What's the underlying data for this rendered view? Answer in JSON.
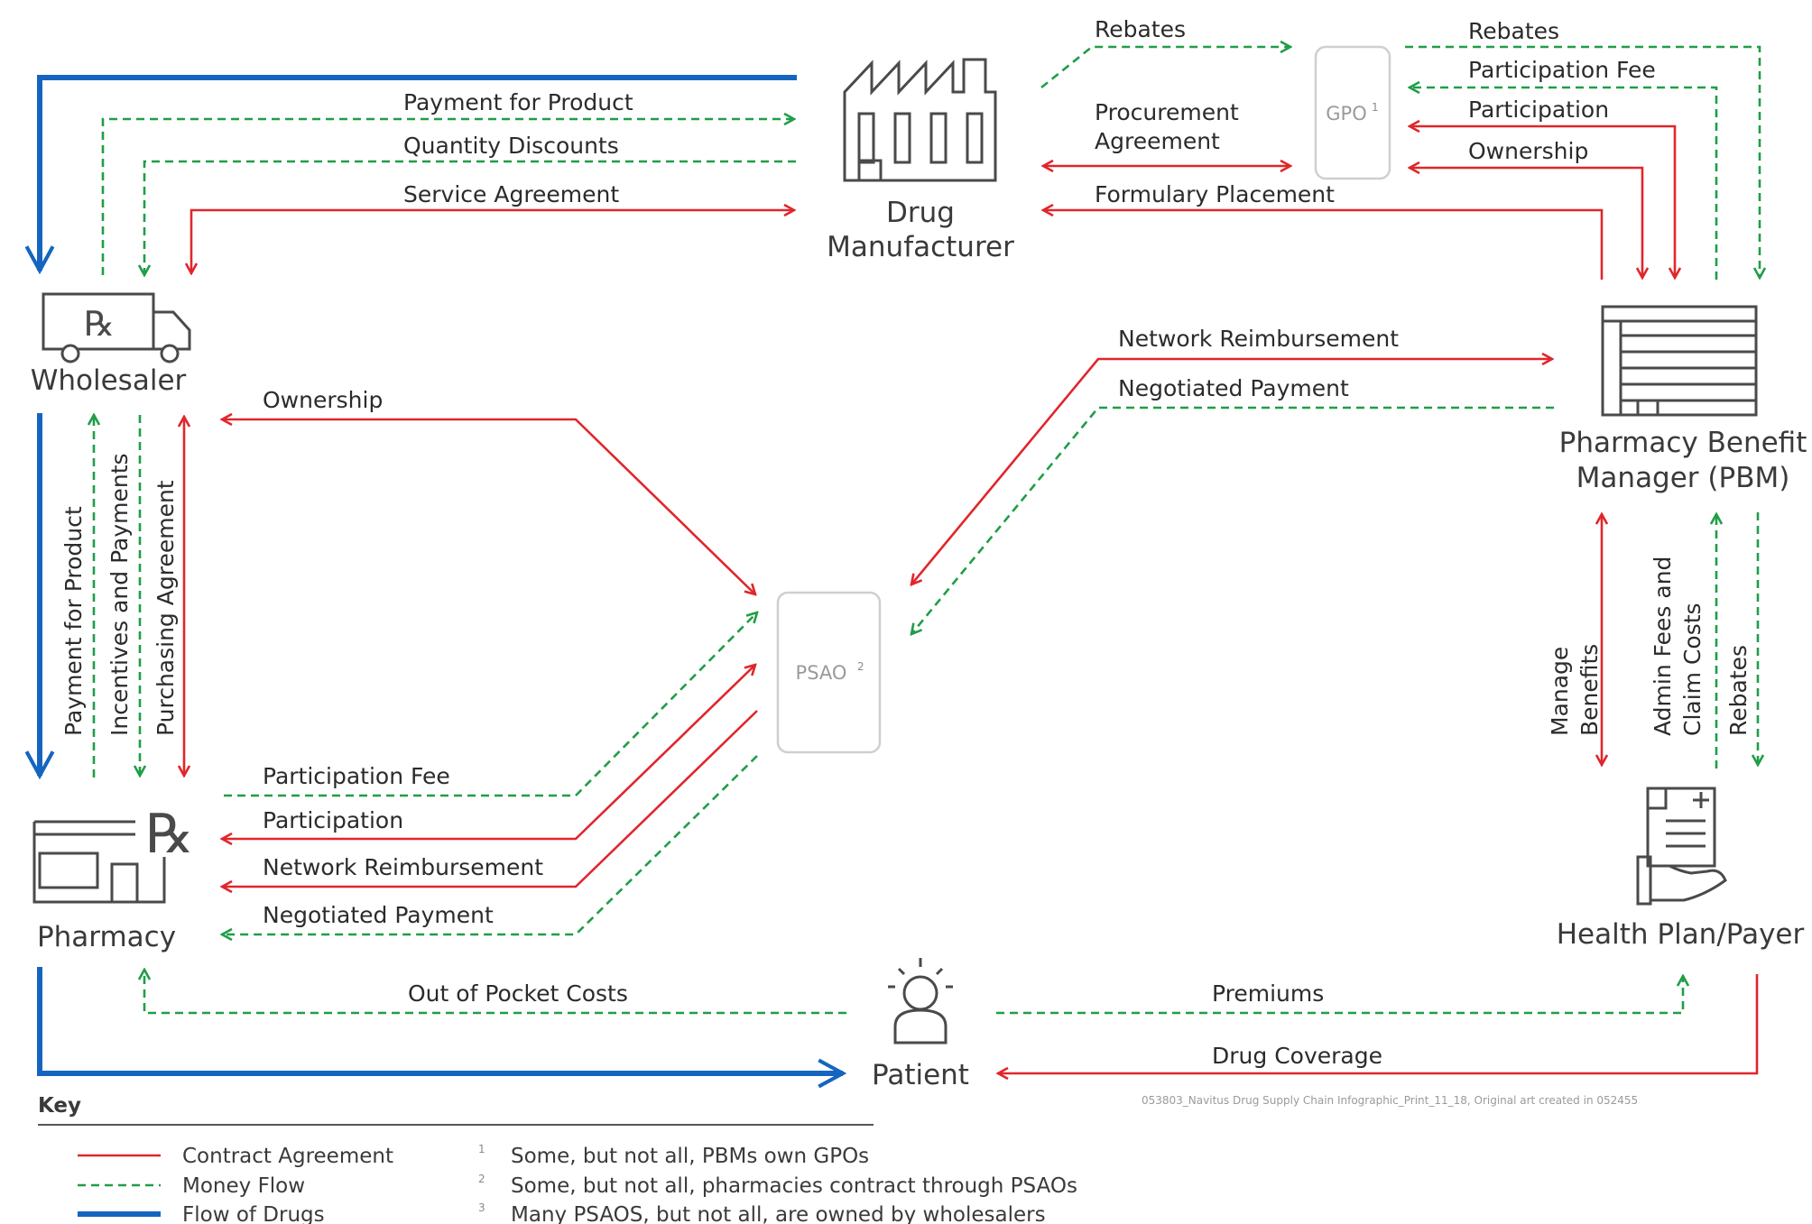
{
  "nodes": {
    "manufacturer": [
      "Drug",
      "Manufacturer"
    ],
    "gpo": "GPO",
    "gpo_sup": "1",
    "wholesaler": "Wholesaler",
    "pbm": [
      "Pharmacy Benefit",
      "Manager (PBM)"
    ],
    "psao": "PSAO",
    "psao_sup": "2",
    "pharmacy": "Pharmacy",
    "health_plan": "Health Plan/Payer",
    "patient": "Patient"
  },
  "flows": {
    "wholesaler_manufacturer": [
      "Payment for Product",
      "Quantity Discounts",
      "Service Agreement"
    ],
    "manufacturer_gpo": [
      "Rebates",
      "Procurement",
      "Agreement",
      "Formulary Placement"
    ],
    "gpo_pbm": [
      "Rebates",
      "Participation Fee",
      "Participation",
      "Ownership"
    ],
    "wholesaler_psao": "Ownership",
    "pbm_psao": [
      "Network Reimbursement",
      "Negotiated Payment"
    ],
    "wholesaler_pharmacy": [
      "Payment for Product",
      "Incentives and Payments",
      "Purchasing Agreement"
    ],
    "pharmacy_psao": [
      "Participation Fee",
      "Participation",
      "Network Reimbursement",
      "Negotiated Payment"
    ],
    "pbm_health_plan": [
      "Manage",
      "Benefits",
      "Admin Fees and",
      "Claim Costs",
      "Rebates"
    ],
    "patient": [
      "Out of Pocket Costs",
      "Premiums",
      "Drug Coverage"
    ]
  },
  "credit": "053803_Navitus Drug Supply Chain Infographic_Print_11_18, Original art created in 052455",
  "key": {
    "title": "Key",
    "entries": [
      "Contract Agreement",
      "Money Flow",
      "Flow of Drugs"
    ]
  },
  "footnotes": [
    {
      "num": "1",
      "text": "Some, but not all, PBMs own GPOs"
    },
    {
      "num": "2",
      "text": "Some, but not all, pharmacies contract through PSAOs"
    },
    {
      "num": "3",
      "text": "Many PSAOS, but not all, are owned by wholesalers"
    }
  ],
  "colors": {
    "contract": "#e0262b",
    "money": "#1f9e47",
    "drugs": "#1565c0",
    "icon": "#4a4a4a"
  }
}
